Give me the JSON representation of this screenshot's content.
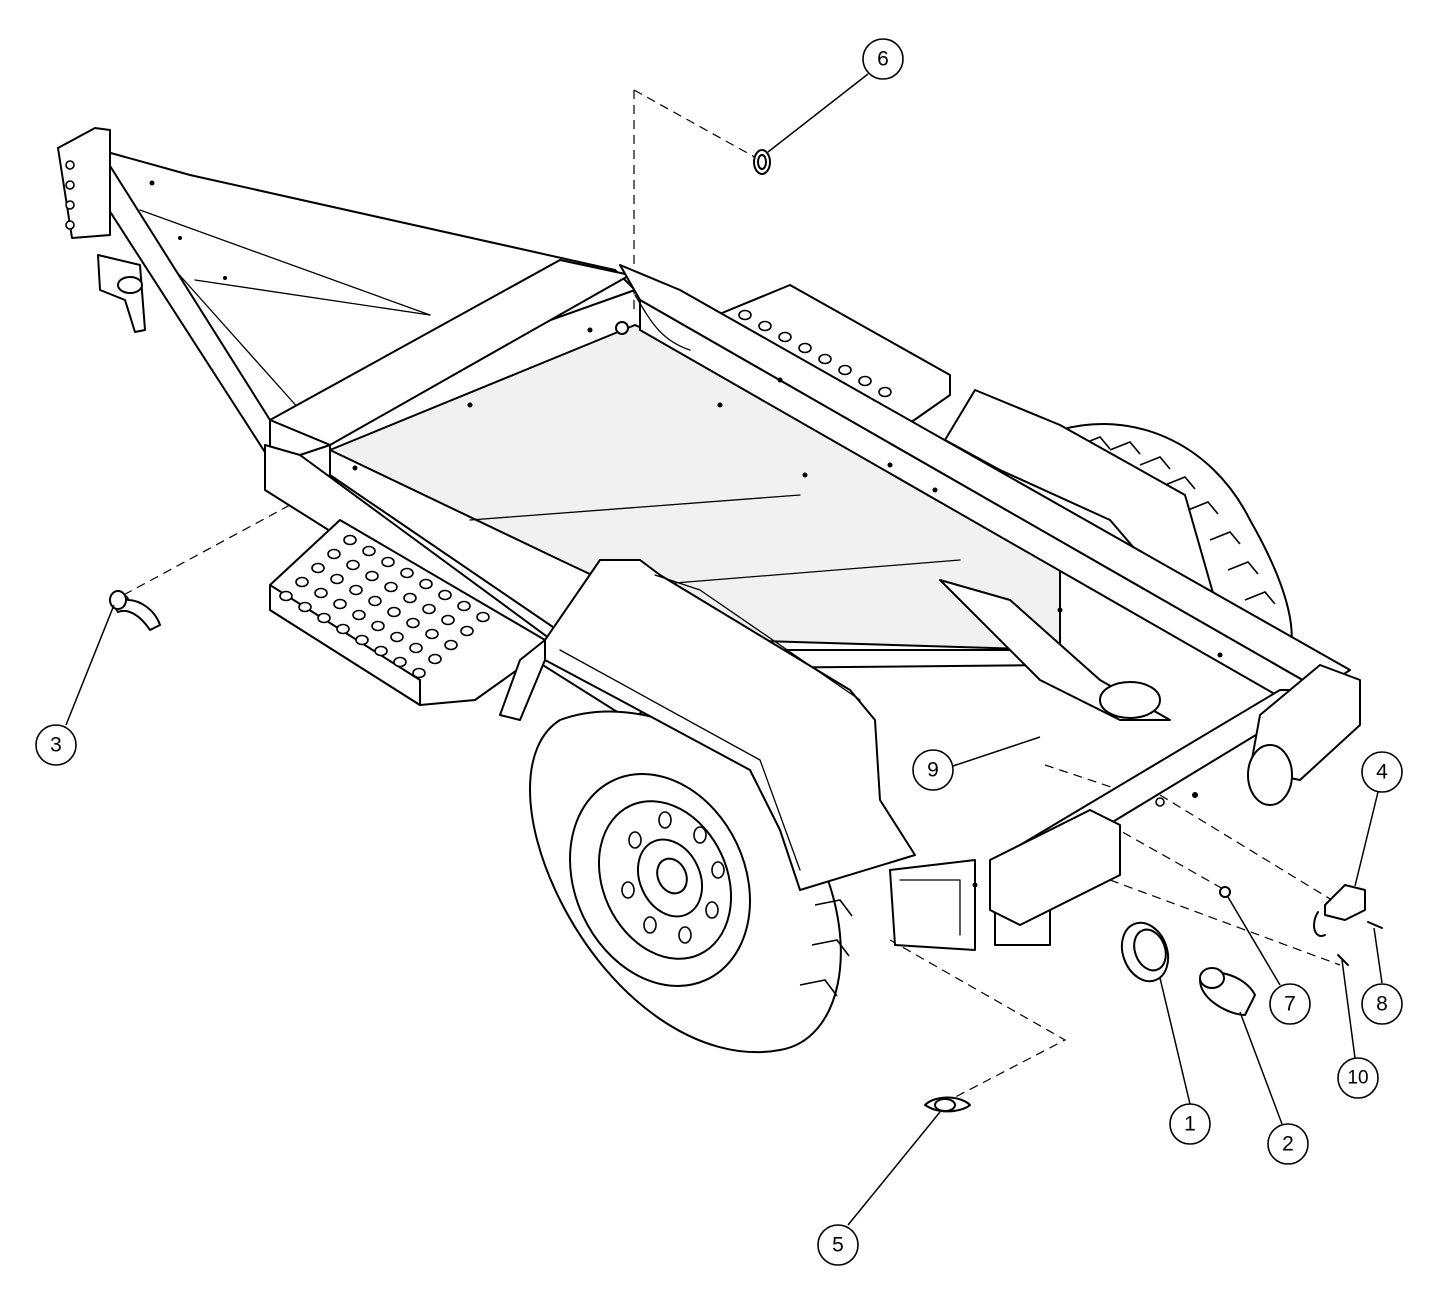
{
  "balloons": [
    {
      "label": "1"
    },
    {
      "label": "2"
    },
    {
      "label": "3"
    },
    {
      "label": "4"
    },
    {
      "label": "5"
    },
    {
      "label": "6"
    },
    {
      "label": "7"
    },
    {
      "label": "8"
    },
    {
      "label": "9"
    },
    {
      "label": "10"
    }
  ]
}
